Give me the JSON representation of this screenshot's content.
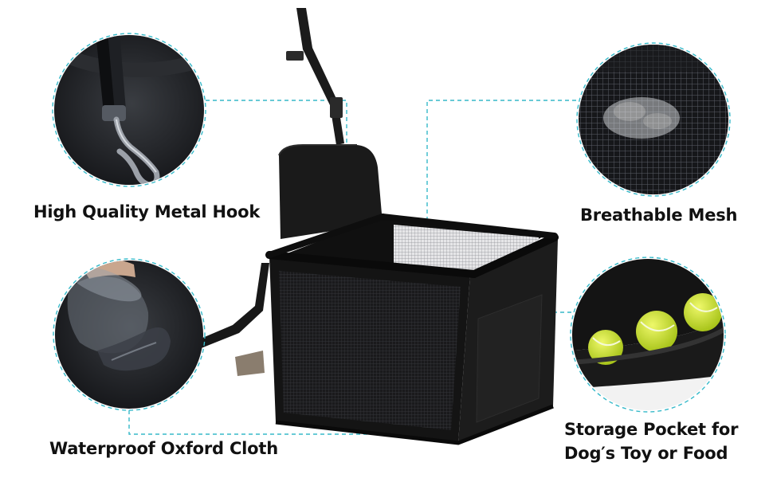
{
  "features": {
    "hook": {
      "label": "High Quality Metal Hook"
    },
    "mesh": {
      "label": "Breathable Mesh"
    },
    "cloth": {
      "label": "Waterproof Oxford Cloth"
    },
    "pocket": {
      "line1": "Storage Pocket for",
      "line2": "Dog′s Toy or Food"
    }
  },
  "colors": {
    "accent": "#36b9c9",
    "carrier": "#151515",
    "ball": "#c9e22a"
  }
}
